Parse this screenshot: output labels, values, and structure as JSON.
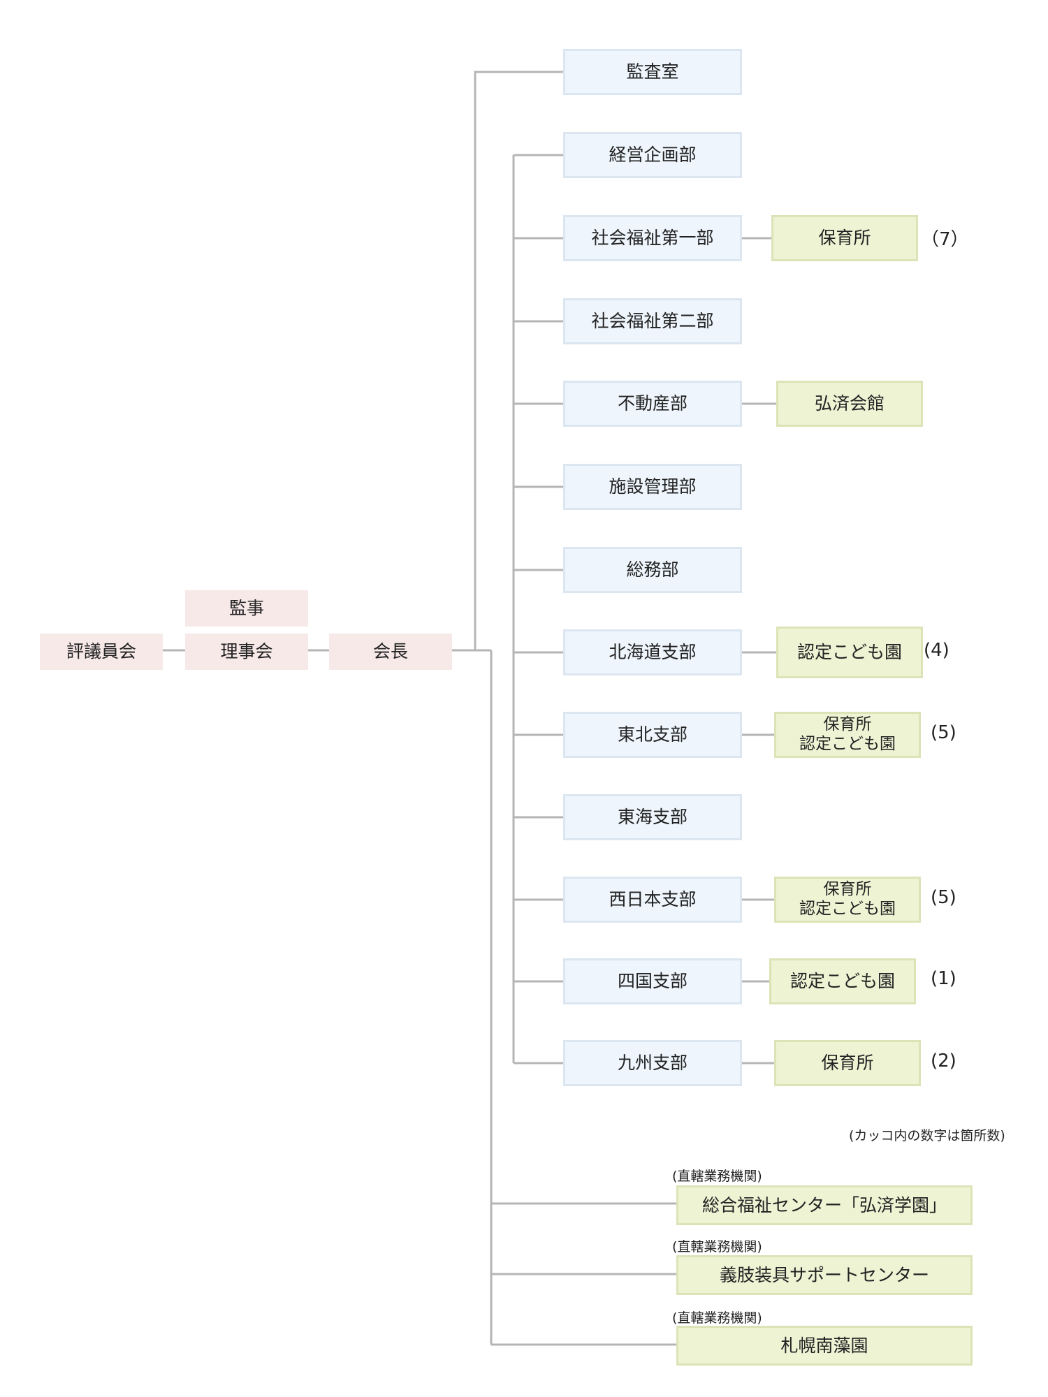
{
  "governance": {
    "auditor": "監事",
    "council": "評議員会",
    "board": "理事会",
    "chairman": "会長"
  },
  "departments": [
    "監査室",
    "経営企画部",
    "社会福祉第一部",
    "社会福祉第二部",
    "不動産部",
    "施設管理部",
    "総務部",
    "北海道支部",
    "東北支部",
    "東海支部",
    "西日本支部",
    "四国支部",
    "九州支部"
  ],
  "facilities": {
    "welfare1": {
      "lines": [
        "保育所"
      ],
      "count": "（7）"
    },
    "realestate": {
      "lines": [
        "弘済会館"
      ]
    },
    "hokkaido": {
      "lines": [
        "認定こども園"
      ],
      "count": "(4)"
    },
    "tohoku": {
      "lines": [
        "保育所",
        "認定こども園"
      ],
      "count": "(5)"
    },
    "nishinihon": {
      "lines": [
        "保育所",
        "認定こども園"
      ],
      "count": "(5)"
    },
    "shikoku": {
      "lines": [
        "認定こども園"
      ],
      "count": "(1)"
    },
    "kyushu": {
      "lines": [
        "保育所"
      ],
      "count": "(2)"
    }
  },
  "count_note": "(カッコ内の数字は箇所数)",
  "direct": {
    "label": "(直轄業務機関)",
    "items": [
      "総合福祉センター「弘済学園」",
      "義肢装具サポートセンター",
      "札幌南藻園"
    ]
  },
  "colors": {
    "line": "#b5b5b5",
    "governance_fill": "#f8e9e9",
    "department_fill": "#eef5fc",
    "facility_fill": "#eef3d4"
  }
}
